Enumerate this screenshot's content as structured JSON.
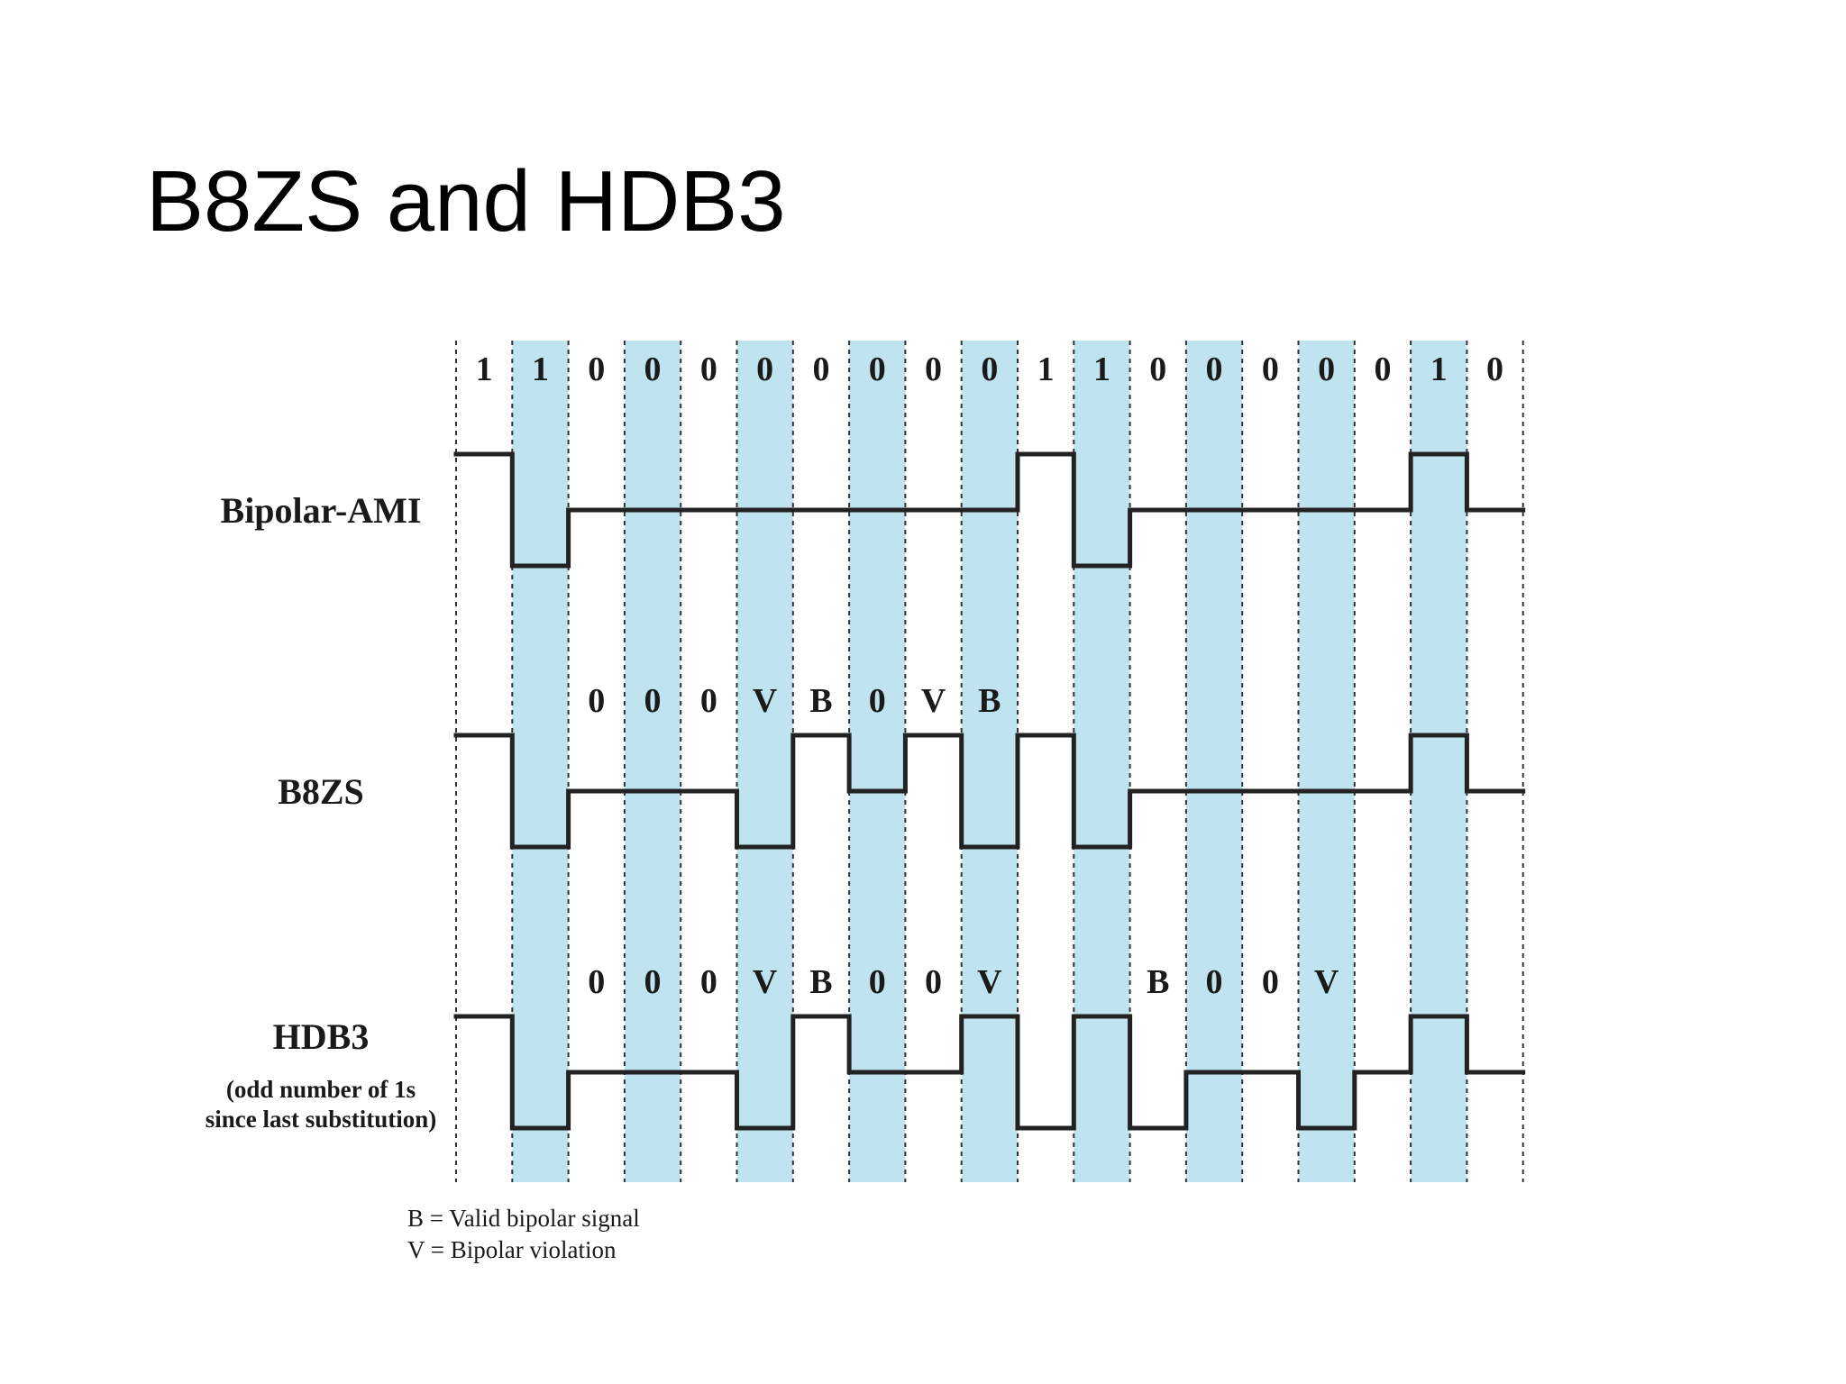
{
  "title": "B8ZS and HDB3",
  "colors": {
    "band": "#bfe3ef",
    "waveform": "#222222",
    "gridline": "#333333",
    "text": "#1a1a1a"
  },
  "bits": [
    "1",
    "1",
    "0",
    "0",
    "0",
    "0",
    "0",
    "0",
    "0",
    "0",
    "1",
    "1",
    "0",
    "0",
    "0",
    "0",
    "0",
    "1",
    "0"
  ],
  "shaded_columns": [
    1,
    3,
    5,
    7,
    9,
    11,
    13,
    15,
    17
  ],
  "rows": [
    {
      "name": "bipolar-ami",
      "label": "Bipolar-AMI",
      "sublabel": [],
      "symbols": [
        "",
        "",
        "",
        "",
        "",
        "",
        "",
        "",
        "",
        "",
        "",
        "",
        "",
        "",
        "",
        "",
        "",
        "",
        ""
      ],
      "levels": [
        1,
        -1,
        0,
        0,
        0,
        0,
        0,
        0,
        0,
        0,
        1,
        -1,
        0,
        0,
        0,
        0,
        0,
        1,
        0
      ]
    },
    {
      "name": "b8zs",
      "label": "B8ZS",
      "sublabel": [],
      "symbols": [
        "",
        "",
        "0",
        "0",
        "0",
        "V",
        "B",
        "0",
        "V",
        "B",
        "",
        "",
        "",
        "",
        "",
        "",
        "",
        "",
        ""
      ],
      "levels": [
        1,
        -1,
        0,
        0,
        0,
        -1,
        1,
        0,
        1,
        -1,
        1,
        -1,
        0,
        0,
        0,
        0,
        0,
        1,
        0
      ]
    },
    {
      "name": "hdb3",
      "label": "HDB3",
      "sublabel": [
        "(odd number of 1s",
        "since last substitution)"
      ],
      "symbols": [
        "",
        "",
        "0",
        "0",
        "0",
        "V",
        "B",
        "0",
        "0",
        "V",
        "",
        "",
        "B",
        "0",
        "0",
        "V",
        "",
        "",
        ""
      ],
      "levels": [
        1,
        -1,
        0,
        0,
        0,
        -1,
        1,
        0,
        0,
        1,
        -1,
        1,
        -1,
        0,
        0,
        -1,
        0,
        1,
        0
      ]
    }
  ],
  "legend": [
    "B = Valid bipolar signal",
    "V = Bipolar violation"
  ]
}
